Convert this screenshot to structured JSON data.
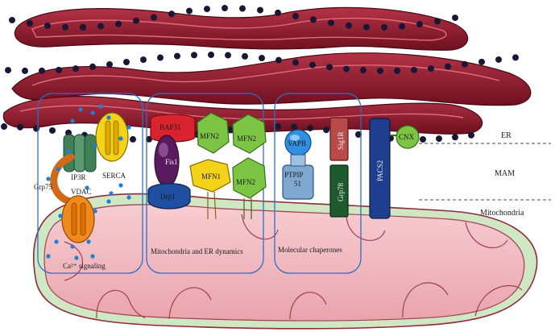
{
  "compartments": {
    "er": "ER",
    "mam": "MAM",
    "mitochondria": "Mitochondria"
  },
  "groups": {
    "calcium": "Ca²⁺ signaling",
    "dynamics": "Mitochondria and ER dynamics",
    "chaperones": "Molecular chaperones"
  },
  "proteins": {
    "ip3r": "IP3R",
    "serca": "SERCA",
    "grp75": "Grp75",
    "vdac": "VDAC",
    "bap31": "BAP31",
    "fis1": "Fis1",
    "drp1": "Drp1",
    "mfn2_a": "MFN2",
    "mfn2_b": "MFN2",
    "mfn1": "MFN1",
    "mfn2_c": "MFN2",
    "vapb": "VAPB",
    "ptpip51": "PTPIP 51",
    "sig1r": "Sig1R",
    "grp78": "Grp78",
    "pacs2": "PACS2",
    "cnx": "CNX"
  },
  "colors": {
    "er_fill": "#8e1b2e",
    "er_light": "#c8485a",
    "mito_fill": "#f2b9c0",
    "mito_edge": "#bfe0b2",
    "box_stroke": "#2d6fc4",
    "calcium": "#1f7fd6",
    "green": "#58b83a",
    "yellow": "#f3d21a",
    "red": "#d9242f",
    "navy": "#1f3f8e"
  }
}
